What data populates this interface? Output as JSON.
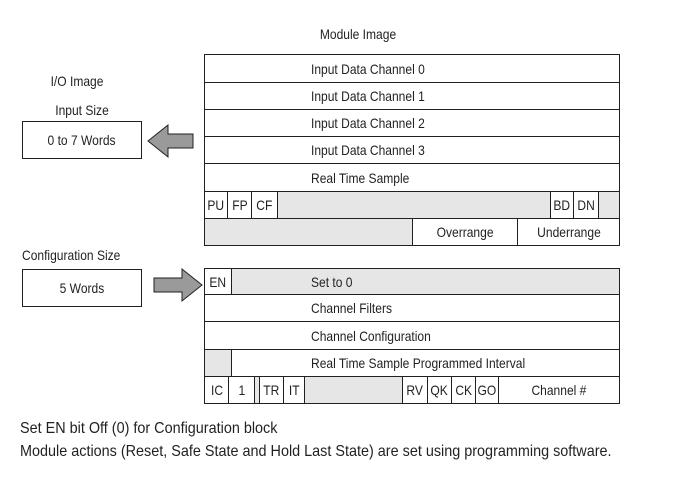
{
  "title_top": "Module Image",
  "io_image": {
    "title": "I/O Image",
    "input_size_label": "Input Size",
    "input_size_value": "0 to 7 Words",
    "config_size_label": "Configuration Size",
    "config_size_value": "5 Words"
  },
  "input_block": {
    "channel0": "Input Data Channel 0",
    "channel1": "Input Data Channel 1",
    "channel2": "Input Data Channel 2",
    "channel3": "Input Data Channel 3",
    "real_time_sample": "Real Time Sample",
    "status_bits": {
      "pu": "PU",
      "fp": "FP",
      "cf": "CF",
      "bd": "BD",
      "dn": "DN"
    },
    "overrange": "Overrange",
    "underrange": "Underrange"
  },
  "config_block": {
    "en": "EN",
    "set_to_0": "Set to 0",
    "channel_filters": "Channel Filters",
    "channel_configuration": "Channel Configuration",
    "rts_interval": "Real Time Sample Programmed Interval",
    "bits": {
      "ic": "IC",
      "one": "1",
      "tr": "TR",
      "it": "IT",
      "rv": "RV",
      "qk": "QK",
      "ck": "CK",
      "go": "GO",
      "channel_num": "Channel #"
    }
  },
  "notes": {
    "line1": "Set EN bit Off (0) for Configuration block",
    "line2": "Module actions (Reset, Safe State and Hold Last State) are set using programming software."
  },
  "colors": {
    "line": "#231f20",
    "fill_gray": "#e6e6e6",
    "arrow_fill": "#9a9a9a"
  }
}
